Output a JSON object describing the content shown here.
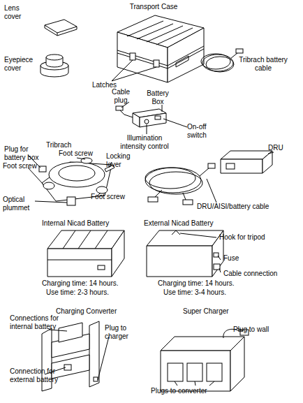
{
  "diagram": {
    "labels": [
      "Lens cover",
      "Transport Case",
      "Eyepiece cover",
      "Latches",
      "Tribrach battery cable",
      "Cable plug",
      "Battery Box",
      "On-off switch",
      "Illumination intensity control",
      "Tribrach",
      "Plug for battery box",
      "Foot screw",
      "Locking lever",
      "Foot screw",
      "Optical plummet",
      "Foot screw",
      "DRU",
      "DRU/AISI/battery cable",
      "Internal Nicad Battery",
      "External Nicad Battery",
      "Hook for tripod",
      "Charging time: 14 hours.",
      "Use time: 2-3 hours.",
      "Fuse",
      "Cable connection",
      "Charging time: 14 hours.",
      "Use time: 3-4 hours.",
      "Charging Converter",
      "Super Charger",
      "Connections for internal battery",
      "Plug to charger",
      "Plug to wall",
      "Connection for external battery",
      "Plugs to converter"
    ]
  }
}
